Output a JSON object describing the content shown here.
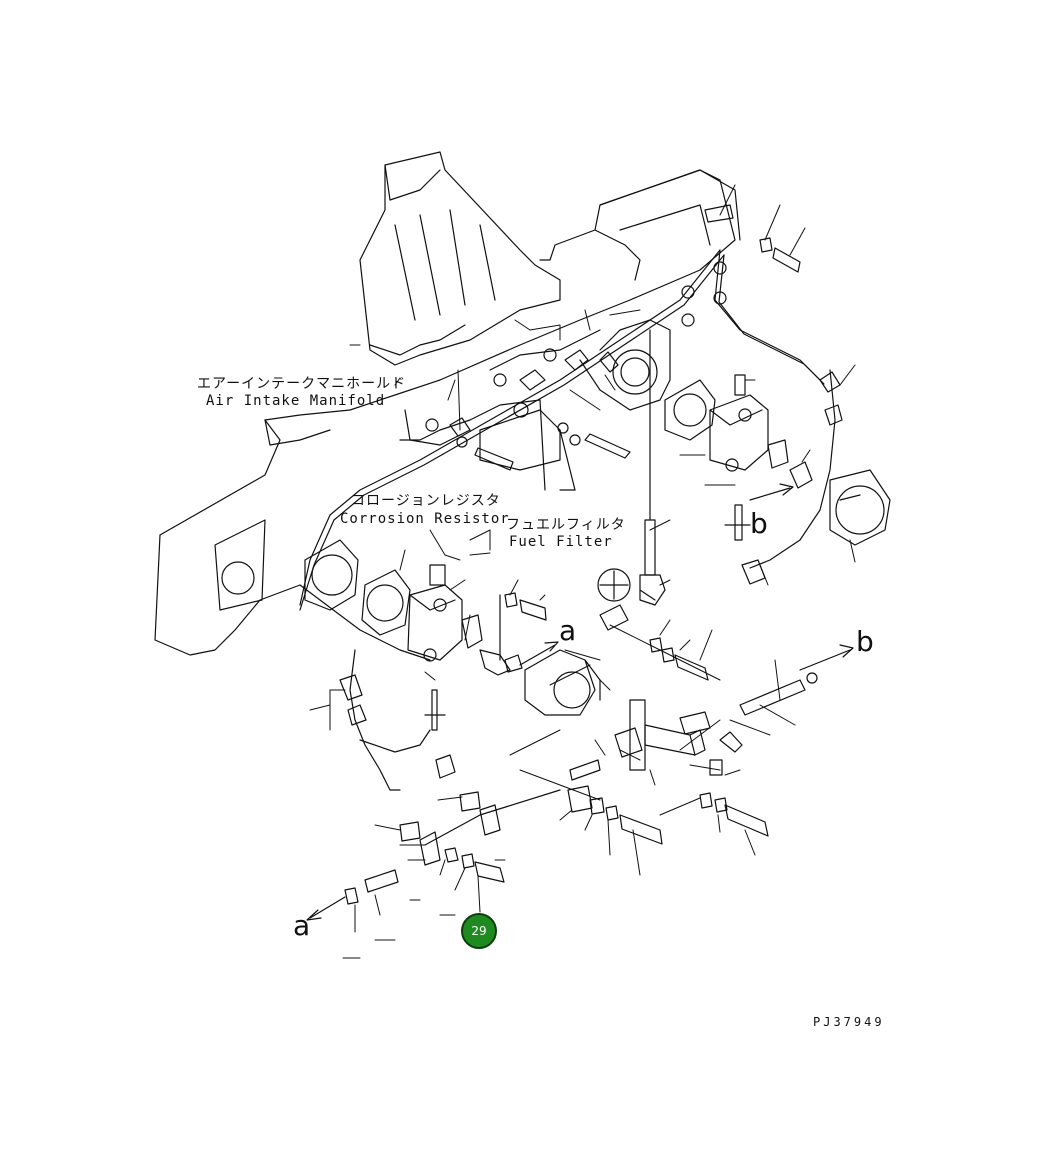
{
  "labels": {
    "air_intake_jp": "エアーインテークマニホールド",
    "air_intake_en": "Air Intake Manifold",
    "corrosion_jp": "コロージョンレジスタ",
    "corrosion_en": "Corrosion Resistor",
    "fuel_filter_jp": "フュエルフィルタ",
    "fuel_filter_en": "Fuel Filter"
  },
  "arrow_letters": {
    "a_upper": "a",
    "a_lower": "a",
    "b_upper": "b",
    "b_lower": "b"
  },
  "callout": {
    "number": "29",
    "color": "#1f8a1f"
  },
  "drawing_number": "PJ37949"
}
